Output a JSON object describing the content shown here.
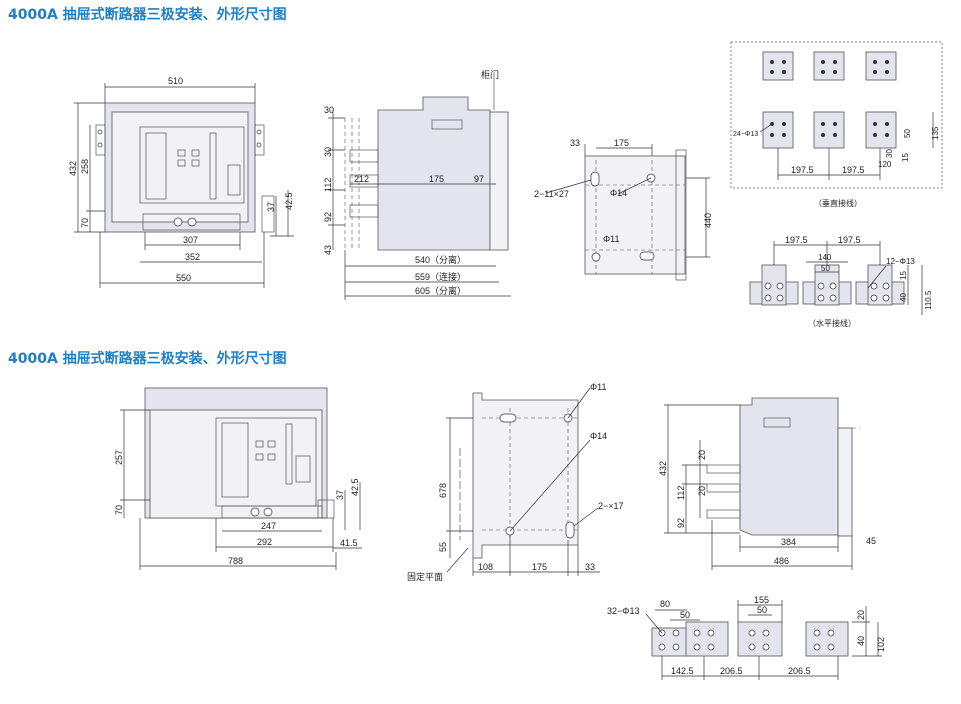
{
  "titles": {
    "top": "4000A 抽屉式断路器三极安装、外形尺寸图",
    "bottom": "4000A 抽屉式断路器三极安装、外形尺寸图"
  },
  "front_view_top": {
    "width_510": "510",
    "h_432": "432",
    "h_258": "258",
    "h_70": "70",
    "d_42_5": "42.5",
    "d_37": "37",
    "w_307": "307",
    "w_352": "352",
    "w_550": "550"
  },
  "side_view_top": {
    "label_door": "柜门",
    "d_30a": "30",
    "d_30b": "30",
    "d_112": "112",
    "d_92": "92",
    "d_43": "43",
    "d_212": "212",
    "d_175": "175",
    "d_97": "97",
    "d_540": "540（分离）",
    "d_559": "559（连接）",
    "d_605": "605（分离）"
  },
  "mount_view_top": {
    "d_33": "33",
    "d_175": "175",
    "slot": "2−11×27",
    "phi14": "Φ14",
    "phi11": "Φ11",
    "d_440": "440"
  },
  "vertical_conn": {
    "holes": "24−Φ13",
    "d_135": "135",
    "d_50": "50",
    "d_30": "30",
    "d_15": "15",
    "d_120": "120",
    "d_197_5a": "197.5",
    "d_197_5b": "197.5",
    "caption": "（垂直接线）"
  },
  "horizontal_conn": {
    "d_197_5a": "197.5",
    "d_197_5b": "197.5",
    "d_140": "140",
    "d_50": "50",
    "holes": "12−Φ13",
    "d_15": "15",
    "d_40": "40",
    "d_110_5": "110.5",
    "caption": "（水平接线）"
  },
  "front_view_bottom": {
    "h_257": "257",
    "h_70": "70",
    "d_37": "37",
    "d_42_5": "42.5",
    "w_247": "247",
    "w_292": "292",
    "d_41_5": "41.5",
    "w_788": "788"
  },
  "mount_view_bottom": {
    "phi11": "Φ11",
    "phi14": "Φ14",
    "slot": "2−×17",
    "d_678": "678",
    "d_55": "55",
    "label_plane": "固定平面",
    "d_108": "108",
    "d_175": "175",
    "d_33": "33"
  },
  "side_view_bottom": {
    "d_432": "432",
    "d_20a": "20",
    "d_112": "112",
    "d_20b": "20",
    "d_92": "92",
    "d_384": "384",
    "d_45": "45",
    "d_486": "486"
  },
  "busbar_bottom": {
    "holes": "32−Φ13",
    "d_80": "80",
    "d_50a": "50",
    "d_155": "155",
    "d_50b": "50",
    "d_20": "20",
    "d_40": "40",
    "d_102": "102",
    "d_142_5": "142.5",
    "d_206_5a": "206.5",
    "d_206_5b": "206.5"
  }
}
